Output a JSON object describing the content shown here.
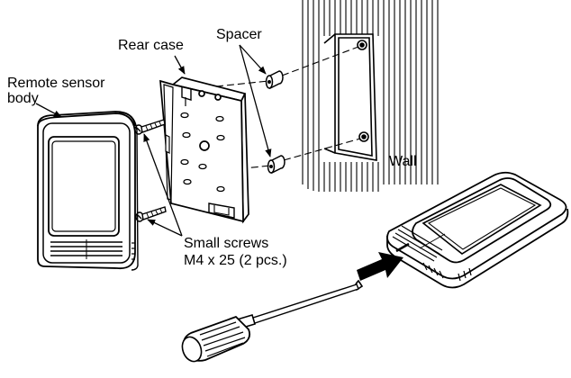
{
  "labels": {
    "rear_case": "Rear case",
    "spacer": "Spacer",
    "remote_sensor_line1": "Remote sensor",
    "remote_sensor_line2": "body",
    "wall": "Wall",
    "small_screws_line1": "Small screws",
    "small_screws_line2": "M4 x 25 (2 pcs.)"
  }
}
